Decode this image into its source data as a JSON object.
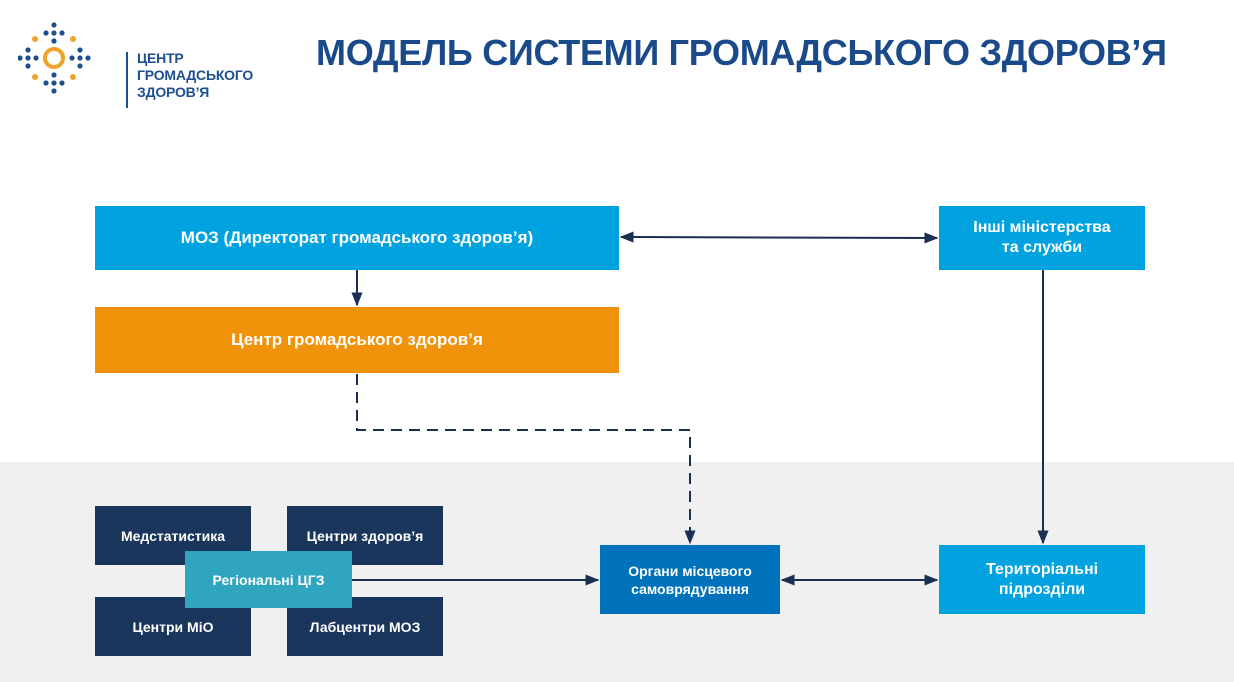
{
  "logo": {
    "name": "logo-icon",
    "lines": [
      "ЦЕНТР",
      "ГРОМАДСЬКОГО",
      "ЗДОРОВ’Я"
    ],
    "colors": {
      "dots": "#1d4f91",
      "accent": "#f0a22a"
    }
  },
  "title": "МОДЕЛЬ СИСТЕМИ ГРОМАДСЬКОГО ЗДОРОВ’Я",
  "nodes": {
    "moz": {
      "label": "МОЗ (Директорат громадського здоров’я)"
    },
    "phc": {
      "label": "Центр громадського здоров’я"
    },
    "other_ministries": {
      "lines": [
        "Інші міністерства",
        "та служби"
      ]
    },
    "medstat": {
      "label": "Медстатистика"
    },
    "health_centers": {
      "label": "Центри здоров’я"
    },
    "regional_phc": {
      "label": "Регіональні ЦГЗ"
    },
    "centers_mio": {
      "label": "Центри МіО"
    },
    "labcenters": {
      "label": "Лабцентри МОЗ"
    },
    "local_gov": {
      "lines": [
        "Органи місцевого",
        "самоврядування"
      ]
    },
    "territorial": {
      "lines": [
        "Територіальні",
        "підрозділи"
      ]
    }
  },
  "edges": [
    {
      "from": "moz",
      "to": "other_ministries",
      "style": "solid",
      "direction": "both"
    },
    {
      "from": "moz",
      "to": "phc",
      "style": "solid",
      "direction": "forward"
    },
    {
      "from": "phc",
      "to": "local_gov",
      "style": "dashed",
      "direction": "forward"
    },
    {
      "from": "other_ministries",
      "to": "territorial",
      "style": "solid",
      "direction": "forward"
    },
    {
      "from": "regional_phc",
      "to": "local_gov",
      "style": "solid",
      "direction": "forward"
    },
    {
      "from": "local_gov",
      "to": "territorial",
      "style": "solid",
      "direction": "both"
    }
  ],
  "colors": {
    "light_blue": "#00a3e0",
    "orange": "#f0920a",
    "navy": "#1b365d",
    "medium_blue": "#0072bc",
    "teal": "#2fa5bf",
    "connector": "#1b2f52",
    "title": "#1a4a8a",
    "band": "#f0f0f0"
  }
}
